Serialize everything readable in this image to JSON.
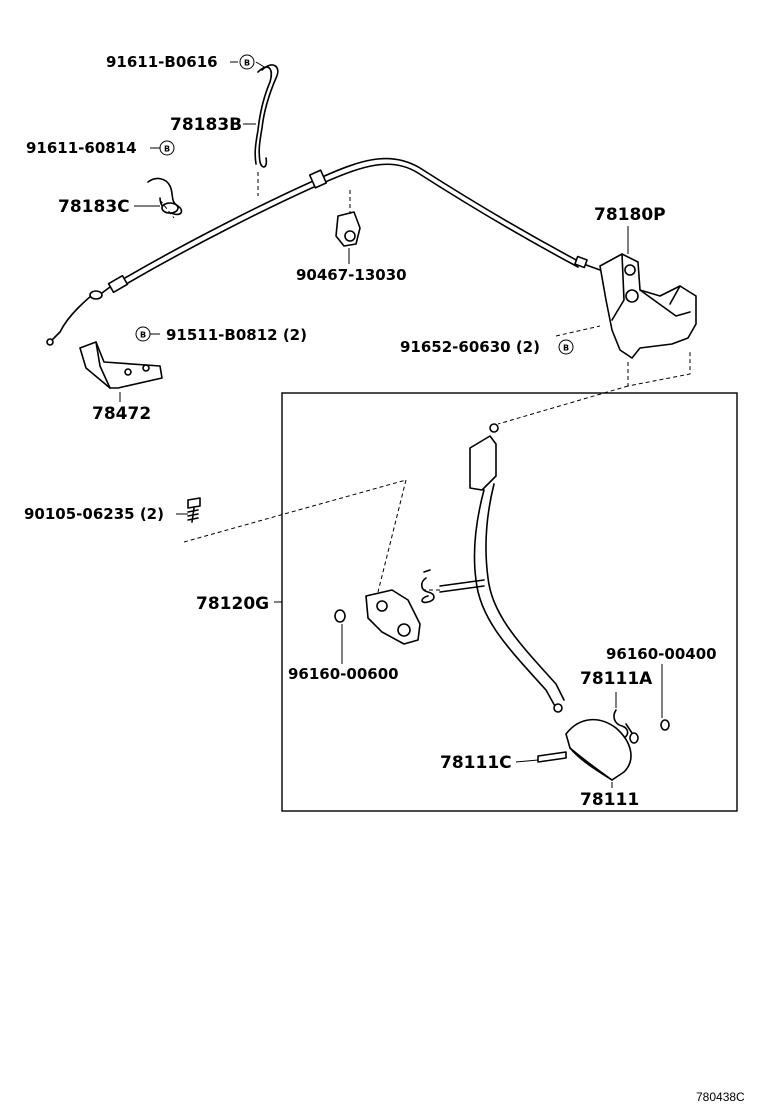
{
  "labels": {
    "p91611_b0616": "91611-B0616",
    "p78183b": "78183B",
    "p91611_60814": "91611-60814",
    "p78183c": "78183C",
    "p90467_13030": "90467-13030",
    "p78180p": "78180P",
    "p91511_b0812": "91511-B0812 (2)",
    "p91652_60630": "91652-60630 (2)",
    "p78472": "78472",
    "p90105_06235": "90105-06235 (2)",
    "p78120g": "78120G",
    "p96160_00600": "96160-00600",
    "p96160_00400": "96160-00400",
    "p78111a": "78111A",
    "p78111c": "78111C",
    "p78111": "78111"
  },
  "b_mark": "B",
  "drawing_code": "780438C"
}
